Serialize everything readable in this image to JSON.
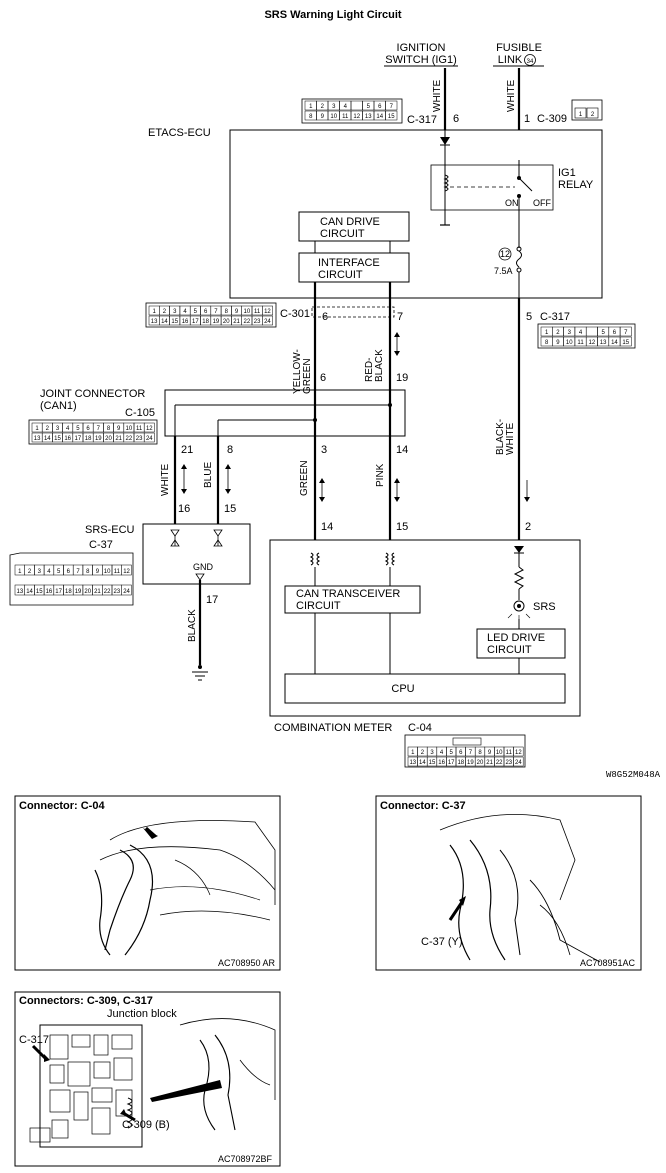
{
  "title": "SRS Warning Light Circuit",
  "diagram_code": "W8G52M048A",
  "top_labels": {
    "ignition_1": "IGNITION",
    "ignition_2": "SWITCH (IG1)",
    "fusible_1": "FUSIBLE",
    "fusible_2": "LINK",
    "fusible_num": "34"
  },
  "etacs": {
    "label": "ETACS-ECU",
    "relay_1": "IG1",
    "relay_2": "RELAY",
    "on": "ON",
    "off": "OFF",
    "can_drive_1": "CAN DRIVE",
    "can_drive_2": "CIRCUIT",
    "interface_1": "INTERFACE",
    "interface_2": "CIRCUIT",
    "fuse_num": "12",
    "fuse_rating": "7.5A"
  },
  "connectors": {
    "c317": "C-317",
    "c309": "C-309",
    "c301": "C-301",
    "c105": "C-105",
    "c37": "C-37",
    "c04": "C-04"
  },
  "joint": {
    "line1": "JOINT CONNECTOR",
    "line2": "(CAN1)"
  },
  "srs_ecu": {
    "label": "SRS-ECU",
    "gnd": "GND"
  },
  "meter": {
    "label": "COMBINATION METER",
    "can_tx_1": "CAN TRANSCEIVER",
    "can_tx_2": "CIRCUIT",
    "led_1": "LED DRIVE",
    "led_2": "CIRCUIT",
    "cpu": "CPU",
    "srs": "SRS"
  },
  "wires": {
    "white_top1": "WHITE",
    "white_top2": "WHITE",
    "yellow_green": "YELLOW-GREEN",
    "red_black": "RED-BLACK",
    "black_white": "BLACK-WHITE",
    "white": "WHITE",
    "blue": "BLUE",
    "green": "GREEN",
    "pink": "PINK",
    "black": "BLACK"
  },
  "pins": {
    "p6": "6",
    "p1": "1",
    "p5": "5",
    "p7": "7",
    "p19": "19",
    "p21": "21",
    "p8": "8",
    "p3": "3",
    "p14": "14",
    "p16": "16",
    "p15": "15",
    "p17": "17",
    "m14": "14",
    "m15": "15",
    "m2": "2"
  },
  "connector_faces": {
    "c317_a_row1": [
      "1",
      "2",
      "3",
      "4",
      "",
      "5",
      "6",
      "7"
    ],
    "c317_a_row2": [
      "8",
      "9",
      "10",
      "11",
      "12",
      "13",
      "14",
      "15"
    ],
    "c309_row": [
      "1",
      "2"
    ],
    "row_1_12": [
      "1",
      "2",
      "3",
      "4",
      "5",
      "6",
      "7",
      "8",
      "9",
      "10",
      "11",
      "12"
    ],
    "row_13_24": [
      "13",
      "14",
      "15",
      "16",
      "17",
      "18",
      "19",
      "20",
      "21",
      "22",
      "23",
      "24"
    ]
  },
  "photos": {
    "c04": {
      "title": "Connector: C-04",
      "code": "AC708950 AR"
    },
    "c37": {
      "title": "Connector: C-37",
      "callout": "C-37 (Y)",
      "code": "AC708951AC"
    },
    "junction": {
      "title": "Connectors: C-309, C-317",
      "sub": "Junction block",
      "callout_317": "C-317",
      "callout_309": "C-309 (B)",
      "code": "AC708972BF"
    }
  }
}
